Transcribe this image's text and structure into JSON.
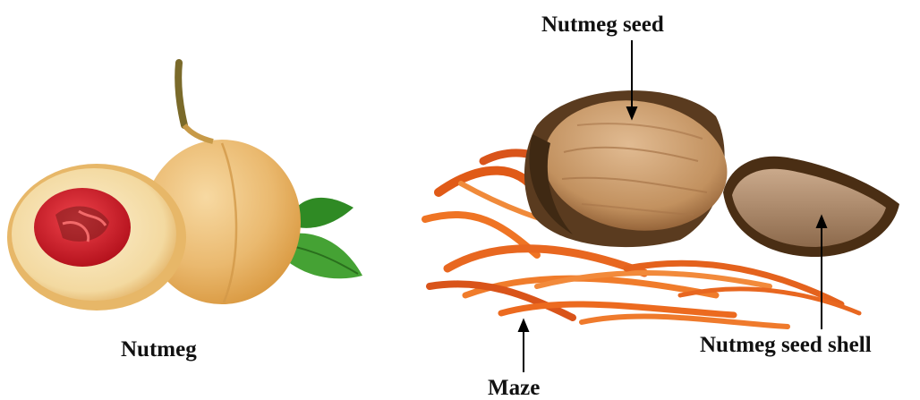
{
  "labels": {
    "nutmeg": "Nutmeg",
    "nutmeg_seed": "Nutmeg seed",
    "nutmeg_seed_shell": "Nutmeg seed shell",
    "maze": "Maze"
  },
  "colors": {
    "fruit_skin": "#ecc07a",
    "fruit_flesh": "#f6e3b8",
    "mace_red": "#d8242f",
    "leaf": "#3f9a2c",
    "seed": "#c99a6e",
    "shell": "#6b4a2a",
    "maze_orange": "#ec6a1f"
  }
}
